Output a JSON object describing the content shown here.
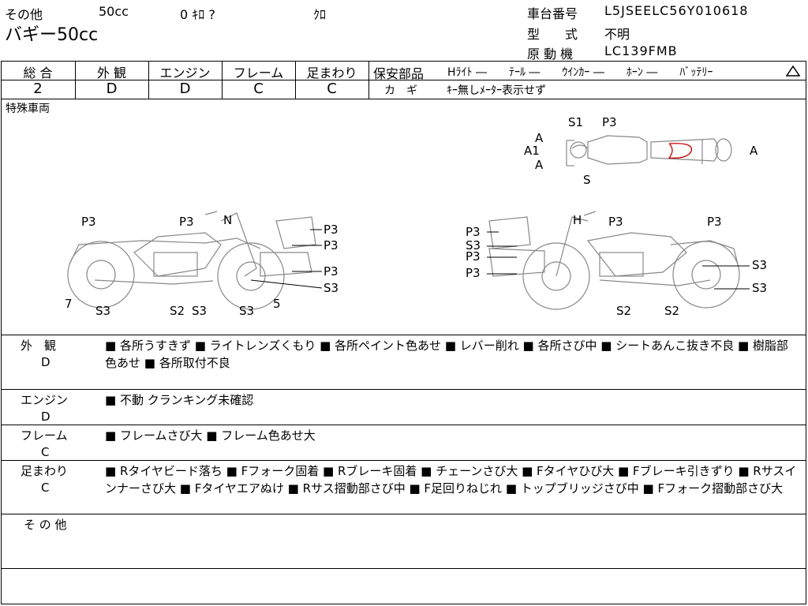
{
  "header": {
    "sono_ta_label": "その他",
    "cc": "50cc",
    "km": "0 ｷﾛ ?",
    "color": "ｸﾛ",
    "model_name": "バギー50cc",
    "frame_no_label": "車台番号",
    "frame_no": "L5JSEELC56Y010618",
    "type_label": "型　　式",
    "type_value": "不明",
    "engine_label": "原 動 機",
    "engine_value": "LC139FMB"
  },
  "grades": {
    "headers": [
      "総 合",
      "外 観",
      "エンジン",
      "フレーム",
      "足まわり"
    ],
    "values": [
      "2",
      "D",
      "D",
      "C",
      "C"
    ]
  },
  "safety": {
    "label": "保安部品",
    "items": "Hﾗｲﾄ ―　　ﾃｰﾙ ―　　ｳｲﾝｶｰ ―　　ﾎｰﾝ ―　　ﾊﾞｯﾃﾘｰ",
    "key_label": "カ　ギ",
    "key_value": "ｷｰ無しﾒｰﾀｰ表示せず"
  },
  "diagram": {
    "title": "特殊車両",
    "top_labels": [
      "A",
      "A1",
      "A",
      "S1",
      "P3",
      "S",
      "A"
    ],
    "left_labels": [
      "P3",
      "P3",
      "N",
      "P3",
      "P3",
      "P3",
      "S3",
      "7",
      "S3",
      "S2",
      "S3",
      "S3",
      "5"
    ],
    "right_labels": [
      "P3",
      "S3",
      "P3",
      "P3",
      "H",
      "P3",
      "P3",
      "S3",
      "S3",
      "S2",
      "S2"
    ]
  },
  "sections": [
    {
      "label": "外　観",
      "grade": "D",
      "text": "■ 各所うすきず ■ ライトレンズくもり ■ 各所ペイント色あせ ■ レバー削れ ■ 各所さび中 ■ シートあんこ抜き不良 ■ 樹脂部色あせ ■ 各所取付不良"
    },
    {
      "label": "エンジン",
      "grade": "D",
      "text": "■ 不動 クランキング未確認"
    },
    {
      "label": "フレーム",
      "grade": "C",
      "text": "■ フレームさび大 ■ フレーム色あせ大"
    },
    {
      "label": "足まわり",
      "grade": "C",
      "text": "■ Rタイヤビード落ち ■ Fフォーク固着 ■ Rブレーキ固着 ■ チェーンさび大 ■ Fタイヤひび大 ■ Fブレーキ引きずり ■ Rサスインナーさび大 ■ Fタイヤエアぬけ ■ Rサス摺動部さび中 ■ F足回りねじれ ■ トップブリッジさび中 ■ Fフォーク摺動部さび大"
    },
    {
      "label": "そ の 他",
      "grade": "",
      "text": ""
    }
  ]
}
